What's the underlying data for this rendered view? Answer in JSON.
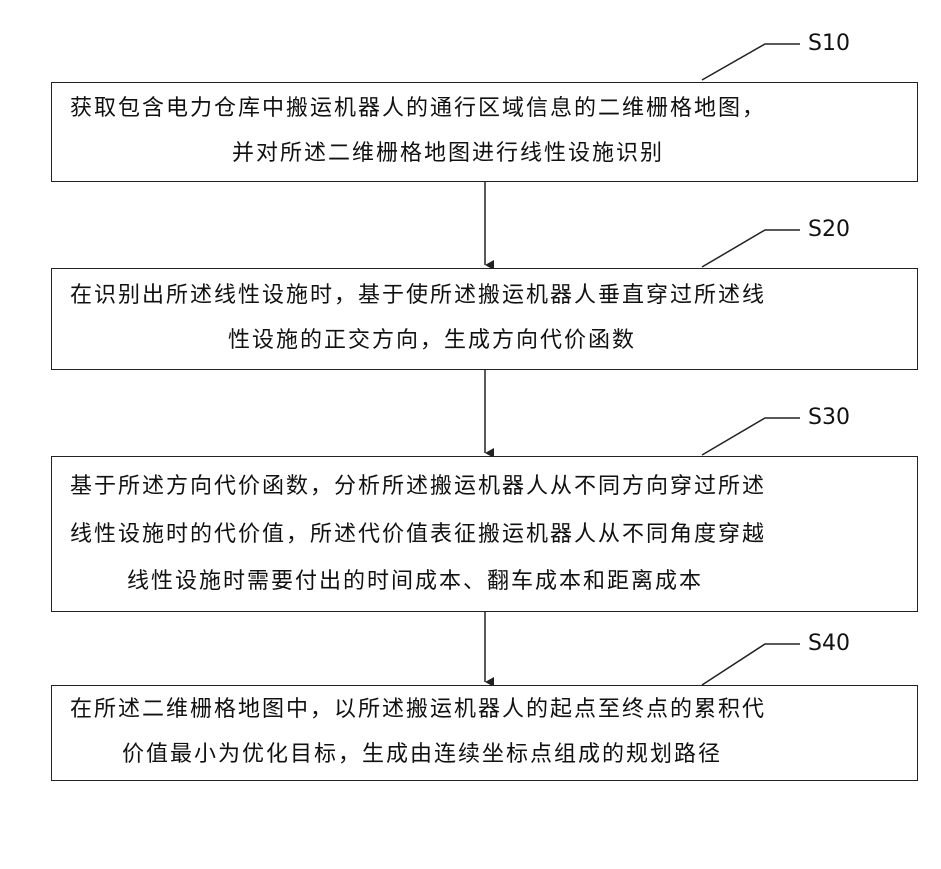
{
  "steps": [
    {
      "id": "S10",
      "lines": [
        "获取包含电力仓库中搬运机器人的通行区域信息的二维栅格地图，",
        "并对所述二维栅格地图进行线性设施识别"
      ]
    },
    {
      "id": "S20",
      "lines": [
        "在识别出所述线性设施时，基于使所述搬运机器人垂直穿过所述线",
        "性设施的正交方向，生成方向代价函数"
      ]
    },
    {
      "id": "S30",
      "lines": [
        "基于所述方向代价函数，分析所述搬运机器人从不同方向穿过所述",
        "线性设施时的代价值，所述代价值表征搬运机器人从不同角度穿越",
        "线性设施时需要付出的时间成本、翻车成本和距离成本"
      ]
    },
    {
      "id": "S40",
      "lines": [
        "在所述二维栅格地图中，以所述搬运机器人的起点至终点的累积代",
        "价值最小为优化目标，生成由连续坐标点组成的规划路径"
      ]
    }
  ]
}
